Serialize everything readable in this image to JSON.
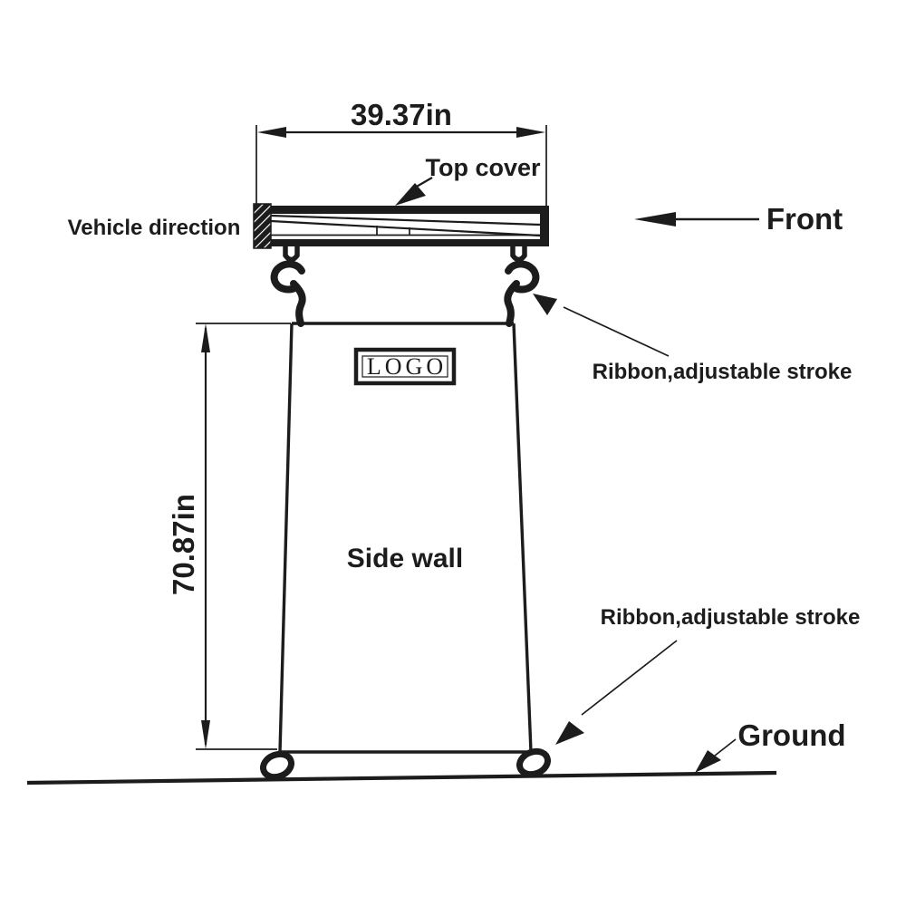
{
  "colors": {
    "ink": "#1c1c1c",
    "paper": "#ffffff"
  },
  "diagram": {
    "type": "technical-line-drawing",
    "subject": "vehicle cover side view with dimensions",
    "dimensions": {
      "width": "39.37in",
      "height": "70.87in"
    },
    "labels": {
      "vehicle_direction": "Vehicle direction",
      "top_cover": "Top cover",
      "front": "Front",
      "ribbon_top": "Ribbon,adjustable stroke",
      "ribbon_bottom": "Ribbon,adjustable stroke",
      "side_wall": "Side wall",
      "logo": "LOGO",
      "ground": "Ground"
    }
  }
}
